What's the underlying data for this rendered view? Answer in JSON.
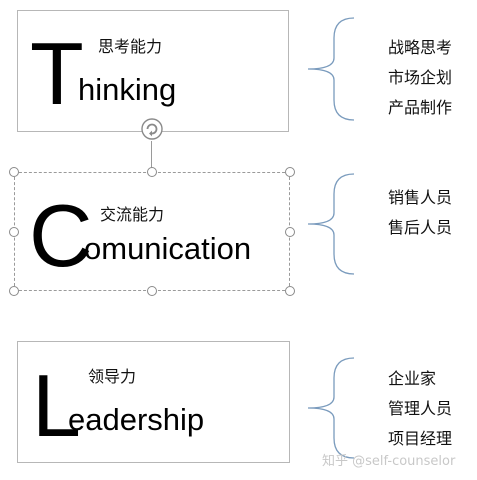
{
  "colors": {
    "text": "#000000",
    "card_border": "#b7b7b7",
    "brace": "#7a9bbd",
    "handle": "#8a8a8a",
    "watermark": "#c8c8c8"
  },
  "cards": [
    {
      "letter": "T",
      "rest": "hinking",
      "cn": "思考能力"
    },
    {
      "letter": "C",
      "rest": "omunication",
      "cn": "交流能力"
    },
    {
      "letter": "L",
      "rest": "eadership",
      "cn": "领导力"
    }
  ],
  "roles": [
    [
      "战略思考",
      "市场企划",
      "产品制作"
    ],
    [
      "销售人员",
      "售后人员"
    ],
    [
      "企业家",
      "管理人员",
      "项目经理"
    ]
  ],
  "watermark": "知乎 @self-counselor",
  "icons": {
    "rotate": "rotate-handle-icon",
    "brace": "curly-brace-icon",
    "resize": "resize-handle-icon"
  }
}
